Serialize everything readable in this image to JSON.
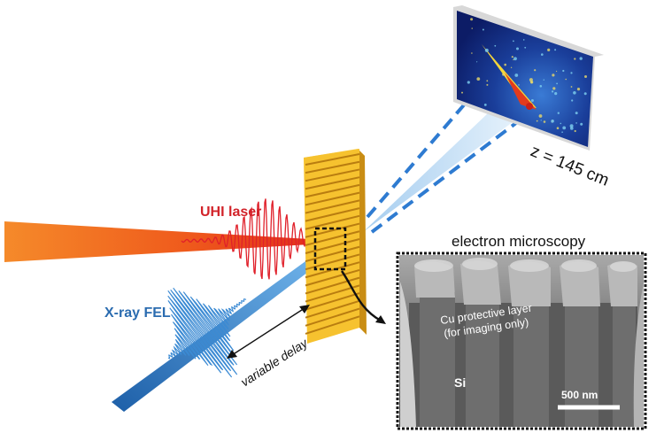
{
  "labels": {
    "uhi_laser": "UHI laser",
    "xray_fel": "X-ray FEL",
    "variable_delay": "variable delay",
    "distance": "z = 145 cm",
    "microscopy_title": "electron microscopy",
    "cu_layer_line1": "Cu protective layer",
    "cu_layer_line2": "(for imaging only)",
    "si": "Si",
    "scale_bar": "500 nm"
  },
  "colors": {
    "laser_red": "#e0202a",
    "laser_beam_orange": "#f06a1c",
    "xray_blue": "#2f7fc8",
    "grating_gold": "#f6c22f",
    "uhi_label": "#d2232a",
    "xray_label": "#2b6cb0"
  }
}
